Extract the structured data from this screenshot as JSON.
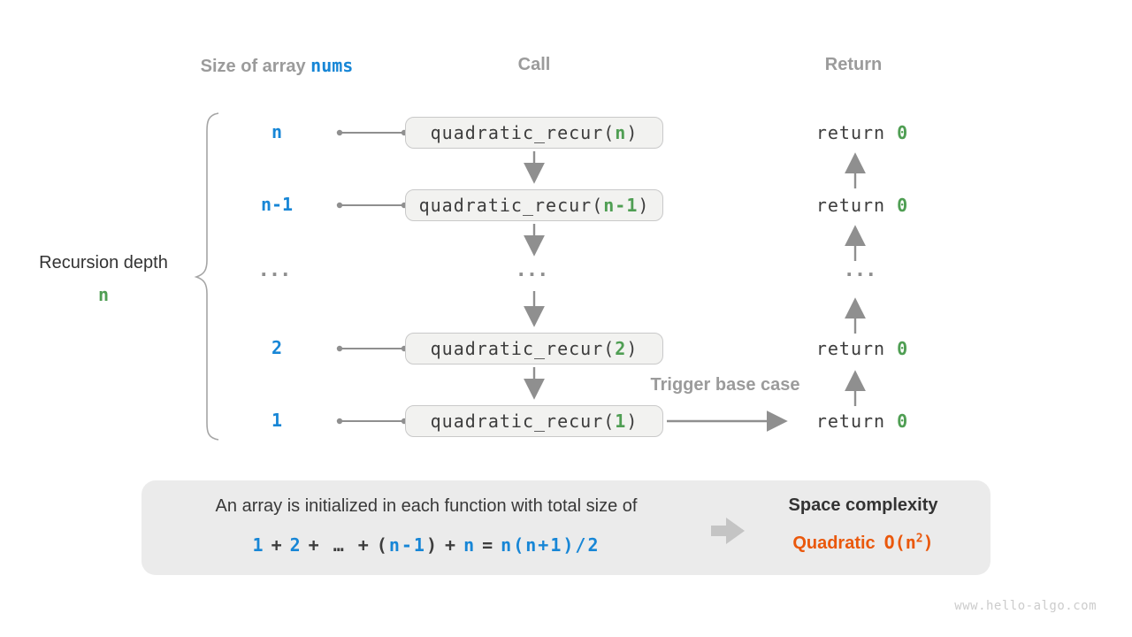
{
  "colors": {
    "blue": "#1786d6",
    "green": "#4f9e53",
    "orange": "#ea580c",
    "graylabel": "#9b9b9b",
    "dark": "#3d3d3d",
    "line": "#8f8f8f",
    "boxfill": "#f2f2f0",
    "boxborder": "#c9c9c9",
    "panel": "#ebebeb",
    "watermark": "#cccccc"
  },
  "header": {
    "size_prefix": "Size of array ",
    "size_code": "nums",
    "call": "Call",
    "return": "Return"
  },
  "left": {
    "line1": "Recursion depth",
    "line2": "n"
  },
  "diagram": {
    "call_prefix": "quadratic_recur(",
    "call_close": ")",
    "return_keyword": "return ",
    "ellipsis": "...",
    "trigger_label": "Trigger base case",
    "rows": [
      {
        "size": "n",
        "arg": "n",
        "ret": "0"
      },
      {
        "size": "n-1",
        "arg": "n-1",
        "ret": "0"
      },
      {
        "size": "2",
        "arg": "2",
        "ret": "0"
      },
      {
        "size": "1",
        "arg": "1",
        "ret": "0"
      }
    ]
  },
  "panel": {
    "line1": "An array is initialized in each function with total size of",
    "formula": {
      "t1": "1",
      "op1": "+",
      "t2": "2",
      "op2": "+",
      "dots": "…",
      "op3": "+",
      "lp": "(",
      "t3": "n-1",
      "rp": ")",
      "op4": "+",
      "t4": "n",
      "eq": "=",
      "t5": "n(n+1)/2"
    },
    "space_title": "Space complexity",
    "complexity_word": "Quadratic",
    "o_pre": "O(n",
    "o_sup": "2",
    "o_post": ")"
  },
  "watermark": "www.hello-algo.com"
}
